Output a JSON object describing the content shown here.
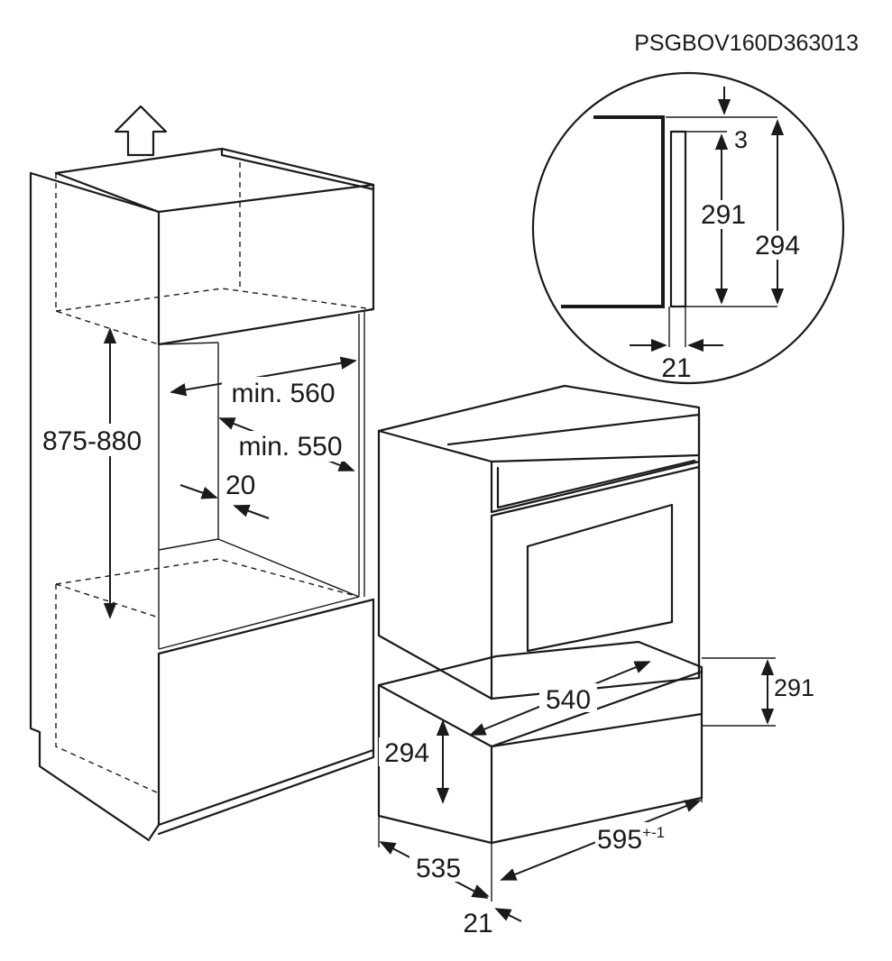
{
  "header": {
    "code": "PSGBOV160D363013"
  },
  "dimensions": {
    "cabinet_height": "875-880",
    "min_width": "min. 560",
    "min_depth": "min. 550",
    "gap": "20",
    "detail_top_gap": "3",
    "detail_inner_height": "291",
    "detail_outer_height": "294",
    "detail_thickness": "21",
    "drawer_height_right": "291",
    "drawer_height_left": "294",
    "drawer_depth_top": "540",
    "drawer_depth_bottom": "535",
    "drawer_front_thickness": "21",
    "drawer_width": "595",
    "drawer_width_tolerance": "+-1"
  },
  "icons": {
    "up_arrow": "up-arrow-icon"
  }
}
